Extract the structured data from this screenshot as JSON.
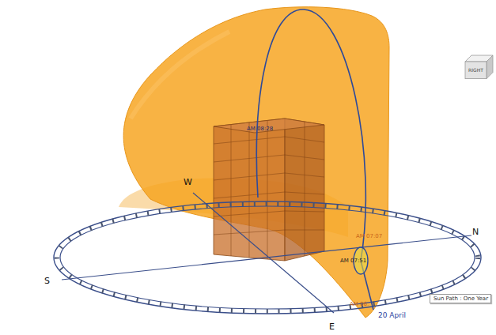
{
  "diagram": {
    "nodes": [
      {
        "text": [
          "RIGHT"
        ]
      },
      {
        "text": [
          "Sun Path : One Year"
        ]
      }
    ],
    "labels": [
      "AM 08:28",
      "W",
      "AM 07:07",
      "N",
      "AM 07:51",
      "S",
      "AM 06:",
      "20 April",
      "E"
    ]
  }
}
